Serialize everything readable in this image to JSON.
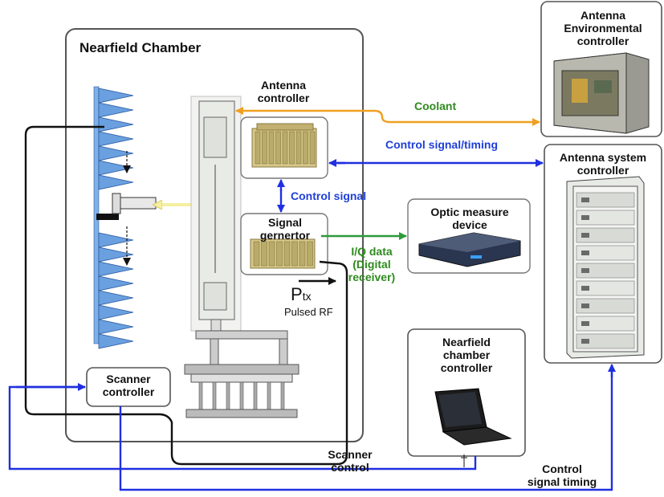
{
  "colors": {
    "blue_line": "#1f2fe0",
    "orange_line": "#f0a020",
    "green_line": "#2e9a3a",
    "black_line": "#111111",
    "box_border": "#555555",
    "absorber": "#6aa0e0"
  },
  "labels": {
    "nearfield_chamber": "Nearfield Chamber",
    "antenna_controller": [
      "Antenna",
      "controller"
    ],
    "antenna_env_controller": [
      "Antenna",
      "Environmental",
      "controller"
    ],
    "antenna_system_controller": [
      "Antenna system",
      "controller"
    ],
    "coolant": "Coolant",
    "control_signal_timing": "Control signal/timing",
    "control_signal": "Control signal",
    "signal_generator": [
      "Signal",
      "gernertor"
    ],
    "optic_measure_device": [
      "Optic measure",
      "device"
    ],
    "iq_data": [
      "I/Q data",
      "(Digital",
      "receiver)"
    ],
    "ptx_main": "P",
    "ptx_sub": "tx",
    "pulsed_rf": "Pulsed RF",
    "scanner_controller": [
      "Scanner",
      "controller"
    ],
    "nearfield_chamber_controller": [
      "Nearfield",
      "chamber",
      "controller"
    ],
    "scanner_control": [
      "Scanner",
      "control"
    ],
    "control_signal_timing_bottom": [
      "Control",
      "signal timing"
    ]
  }
}
